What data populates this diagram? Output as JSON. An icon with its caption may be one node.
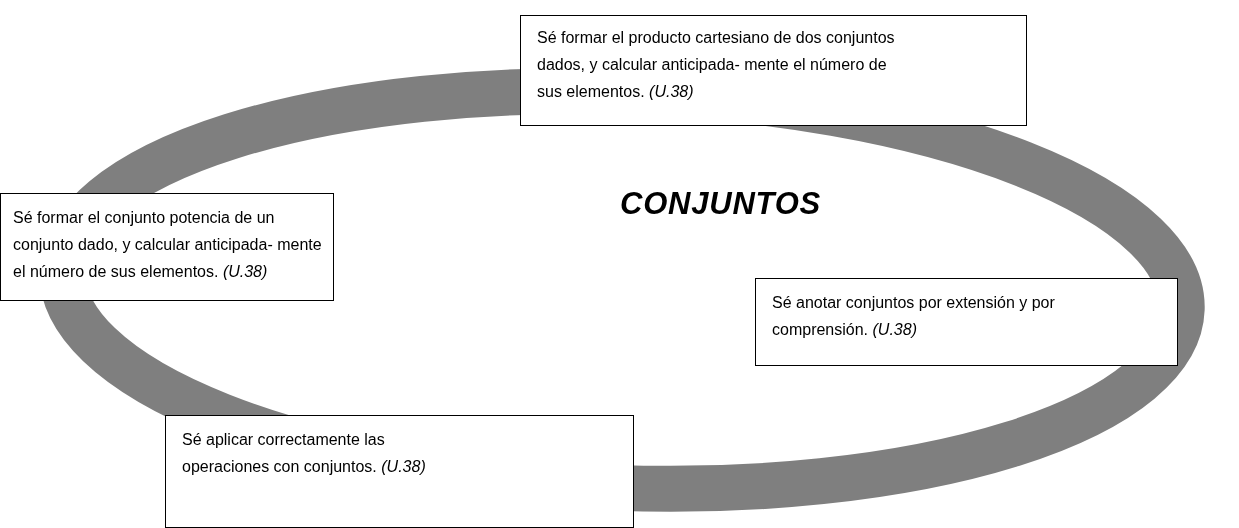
{
  "diagram": {
    "title": "CONJUNTOS",
    "nodes": [
      {
        "text": [
          "Sé formar el producto cartesiano de dos conjuntos dados, y calcular anticipada- mente el número de sus elementos. *(U.38)*"
        ]
      },
      {
        "text": [
          "Sé formar el conjunto potencia de un conjunto dado, y calcular anticipada- mente el número de sus elementos. *(U.38)*"
        ]
      },
      {
        "text": [
          "Sé anotar conjuntos por extensión y por comprensión. *(U.38)*"
        ]
      },
      {
        "text": [
          "Sé aplicar correctamente las operaciones con conjuntos. *(U.38)*"
        ]
      }
    ]
  }
}
